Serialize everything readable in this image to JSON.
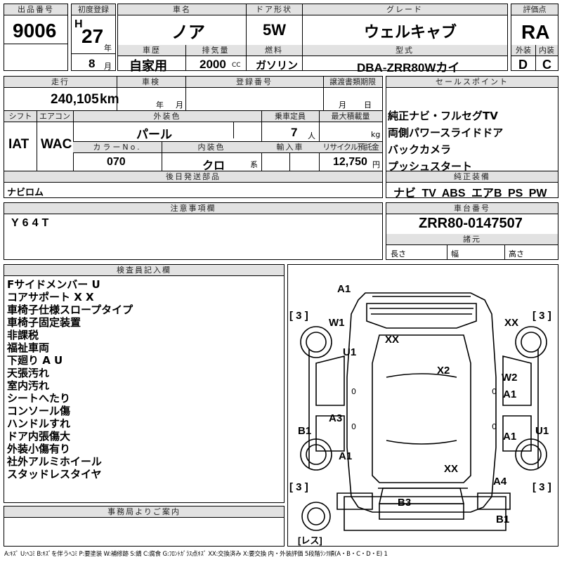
{
  "header": {
    "lot_no_label": "出品番号",
    "lot_no": "9006",
    "first_reg_label": "初度登録",
    "era": "H",
    "reg_year": "27",
    "year_unit": "年",
    "reg_month": "8",
    "month_unit": "月",
    "car_name_label": "車名",
    "car_name": "ノア",
    "door_label": "ドア形状",
    "door": "5W",
    "grade_label": "グレード",
    "grade": "ウェルキャブ",
    "score_label": "評価点",
    "score": "RA",
    "history_label": "車歴",
    "history": "自家用",
    "displacement_label": "排気量",
    "displacement": "2000",
    "displacement_unit": "CC",
    "fuel_label": "燃料",
    "fuel": "ガソリン",
    "model_label": "型式",
    "model": "DBA-ZRR80Wカイ",
    "exterior_label": "外装",
    "exterior": "D",
    "interior_label": "内装",
    "interior": "C"
  },
  "spec": {
    "mileage_label": "走行",
    "mileage": "240,105",
    "mileage_unit": "km",
    "inspection_label": "車検",
    "year_unit": "年",
    "month_unit": "月",
    "registration_label": "登録番号",
    "transfer_label": "譲渡書類期限",
    "transfer_month": "月",
    "transfer_day": "日",
    "shift_label": "シフト",
    "shift": "IAT",
    "ac_label": "エアコン",
    "ac": "WAC",
    "color_label": "外装色",
    "color": "パール",
    "capacity_label": "乗車定員",
    "capacity": "7",
    "capacity_unit": "人",
    "load_label": "最大積載量",
    "load_unit": "kg",
    "color_no_label": "カラーNo.",
    "color_no": "070",
    "interior_color_label": "内装色",
    "interior_color": "クロ",
    "interior_suffix": "系",
    "import_label": "輸入車",
    "recycle_label": "リサイクル預託金",
    "recycle": "12,750",
    "recycle_unit": "円",
    "later_parts_label": "後日発送部品",
    "later_parts": "ナビロム"
  },
  "sales": {
    "title": "セールスポイント",
    "points": [
      "純正ナビ・フルセグTV",
      "両側パワースライドドア",
      "バックカメラ",
      "プッシュスタート"
    ],
    "equipment_label": "純正装備",
    "equipment": "ナビ TV ABS エアB PS PW"
  },
  "caution": {
    "title": "注意事項欄",
    "text": "Y64T"
  },
  "chassis": {
    "title": "車台番号",
    "number": "ZRR80-0147507",
    "dims_label": "諸元",
    "length_label": "長さ",
    "width_label": "幅",
    "height_label": "高さ"
  },
  "inspector": {
    "title": "検査員記入欄",
    "notes": [
      "Fサイドメンバー U",
      "コアサポート X X",
      "車椅子仕様スロープタイプ",
      "車椅子固定装置",
      "非課税",
      "福祉車両",
      "下廻り A U",
      "天張汚れ",
      "室内汚れ",
      "シートへたり",
      "コンソール傷",
      "ハンドルすれ",
      "ドア内張傷大",
      "外装小傷有り",
      "社外アルミホイール",
      "スタッドレスタイヤ"
    ]
  },
  "office": {
    "title": "事務局よりご案内"
  },
  "diagram": {
    "marks": [
      "A1",
      "W1",
      "U1",
      "XX",
      "XX",
      "X2",
      "W2",
      "A1",
      "A3",
      "B1",
      "A1",
      "U1",
      "A1",
      "XX",
      "A4",
      "B3",
      "B1"
    ],
    "tire": "3",
    "tires_label": "レス",
    "bracket_left": "[",
    "bracket_right": "]",
    "zero": "0"
  },
  "legend": "A:ｷｽﾞ U:ﾍｺﾐ B:ｷｽﾞを伴うﾍｺﾐ P:要塗装 W:補修跡 S:錆 C:腐食 G:ﾌﾛﾝﾄｶﾞﾗｽ点ｷｽﾞ XX:交換済み X:要交換 内・外装評価 5段階ﾗﾝｸ順(A・B・C・D・E) 1"
}
